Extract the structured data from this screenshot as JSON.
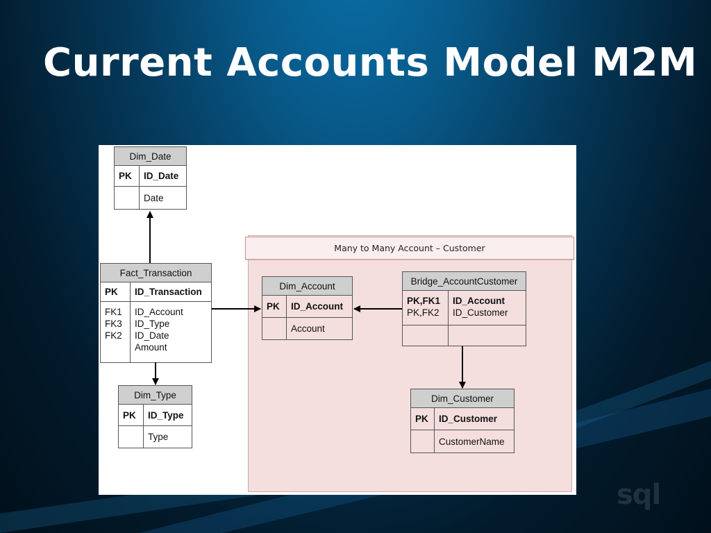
{
  "slide": {
    "title": "Current Accounts Model M2M",
    "logo_text": "sql"
  },
  "group": {
    "label": "Many to Many Account – Customer"
  },
  "entities": {
    "dim_date": {
      "name": "Dim_Date",
      "pk_label": "PK",
      "pk_field": "ID_Date",
      "attr": "Date"
    },
    "fact_transaction": {
      "name": "Fact_Transaction",
      "pk_label": "PK",
      "pk_field": "ID_Transaction",
      "keys": [
        "FK1",
        "FK3",
        "FK2",
        ""
      ],
      "fields": [
        "ID_Account",
        "ID_Type",
        "ID_Date",
        "Amount"
      ]
    },
    "dim_type": {
      "name": "Dim_Type",
      "pk_label": "PK",
      "pk_field": "ID_Type",
      "attr": "Type"
    },
    "dim_account": {
      "name": "Dim_Account",
      "pk_label": "PK",
      "pk_field": "ID_Account",
      "attr": "Account"
    },
    "bridge": {
      "name": "Bridge_AccountCustomer",
      "key1": "PK,FK1",
      "field1": "ID_Account",
      "key2": "PK,FK2",
      "field2": "ID_Customer"
    },
    "dim_customer": {
      "name": "Dim_Customer",
      "pk_label": "PK",
      "pk_field": "ID_Customer",
      "attr": "CustomerName"
    }
  },
  "colors": {
    "dimension": "#ccfafa",
    "fact": "#ffffcc",
    "bridge": "#fad4b3",
    "group": "#f4dede"
  }
}
